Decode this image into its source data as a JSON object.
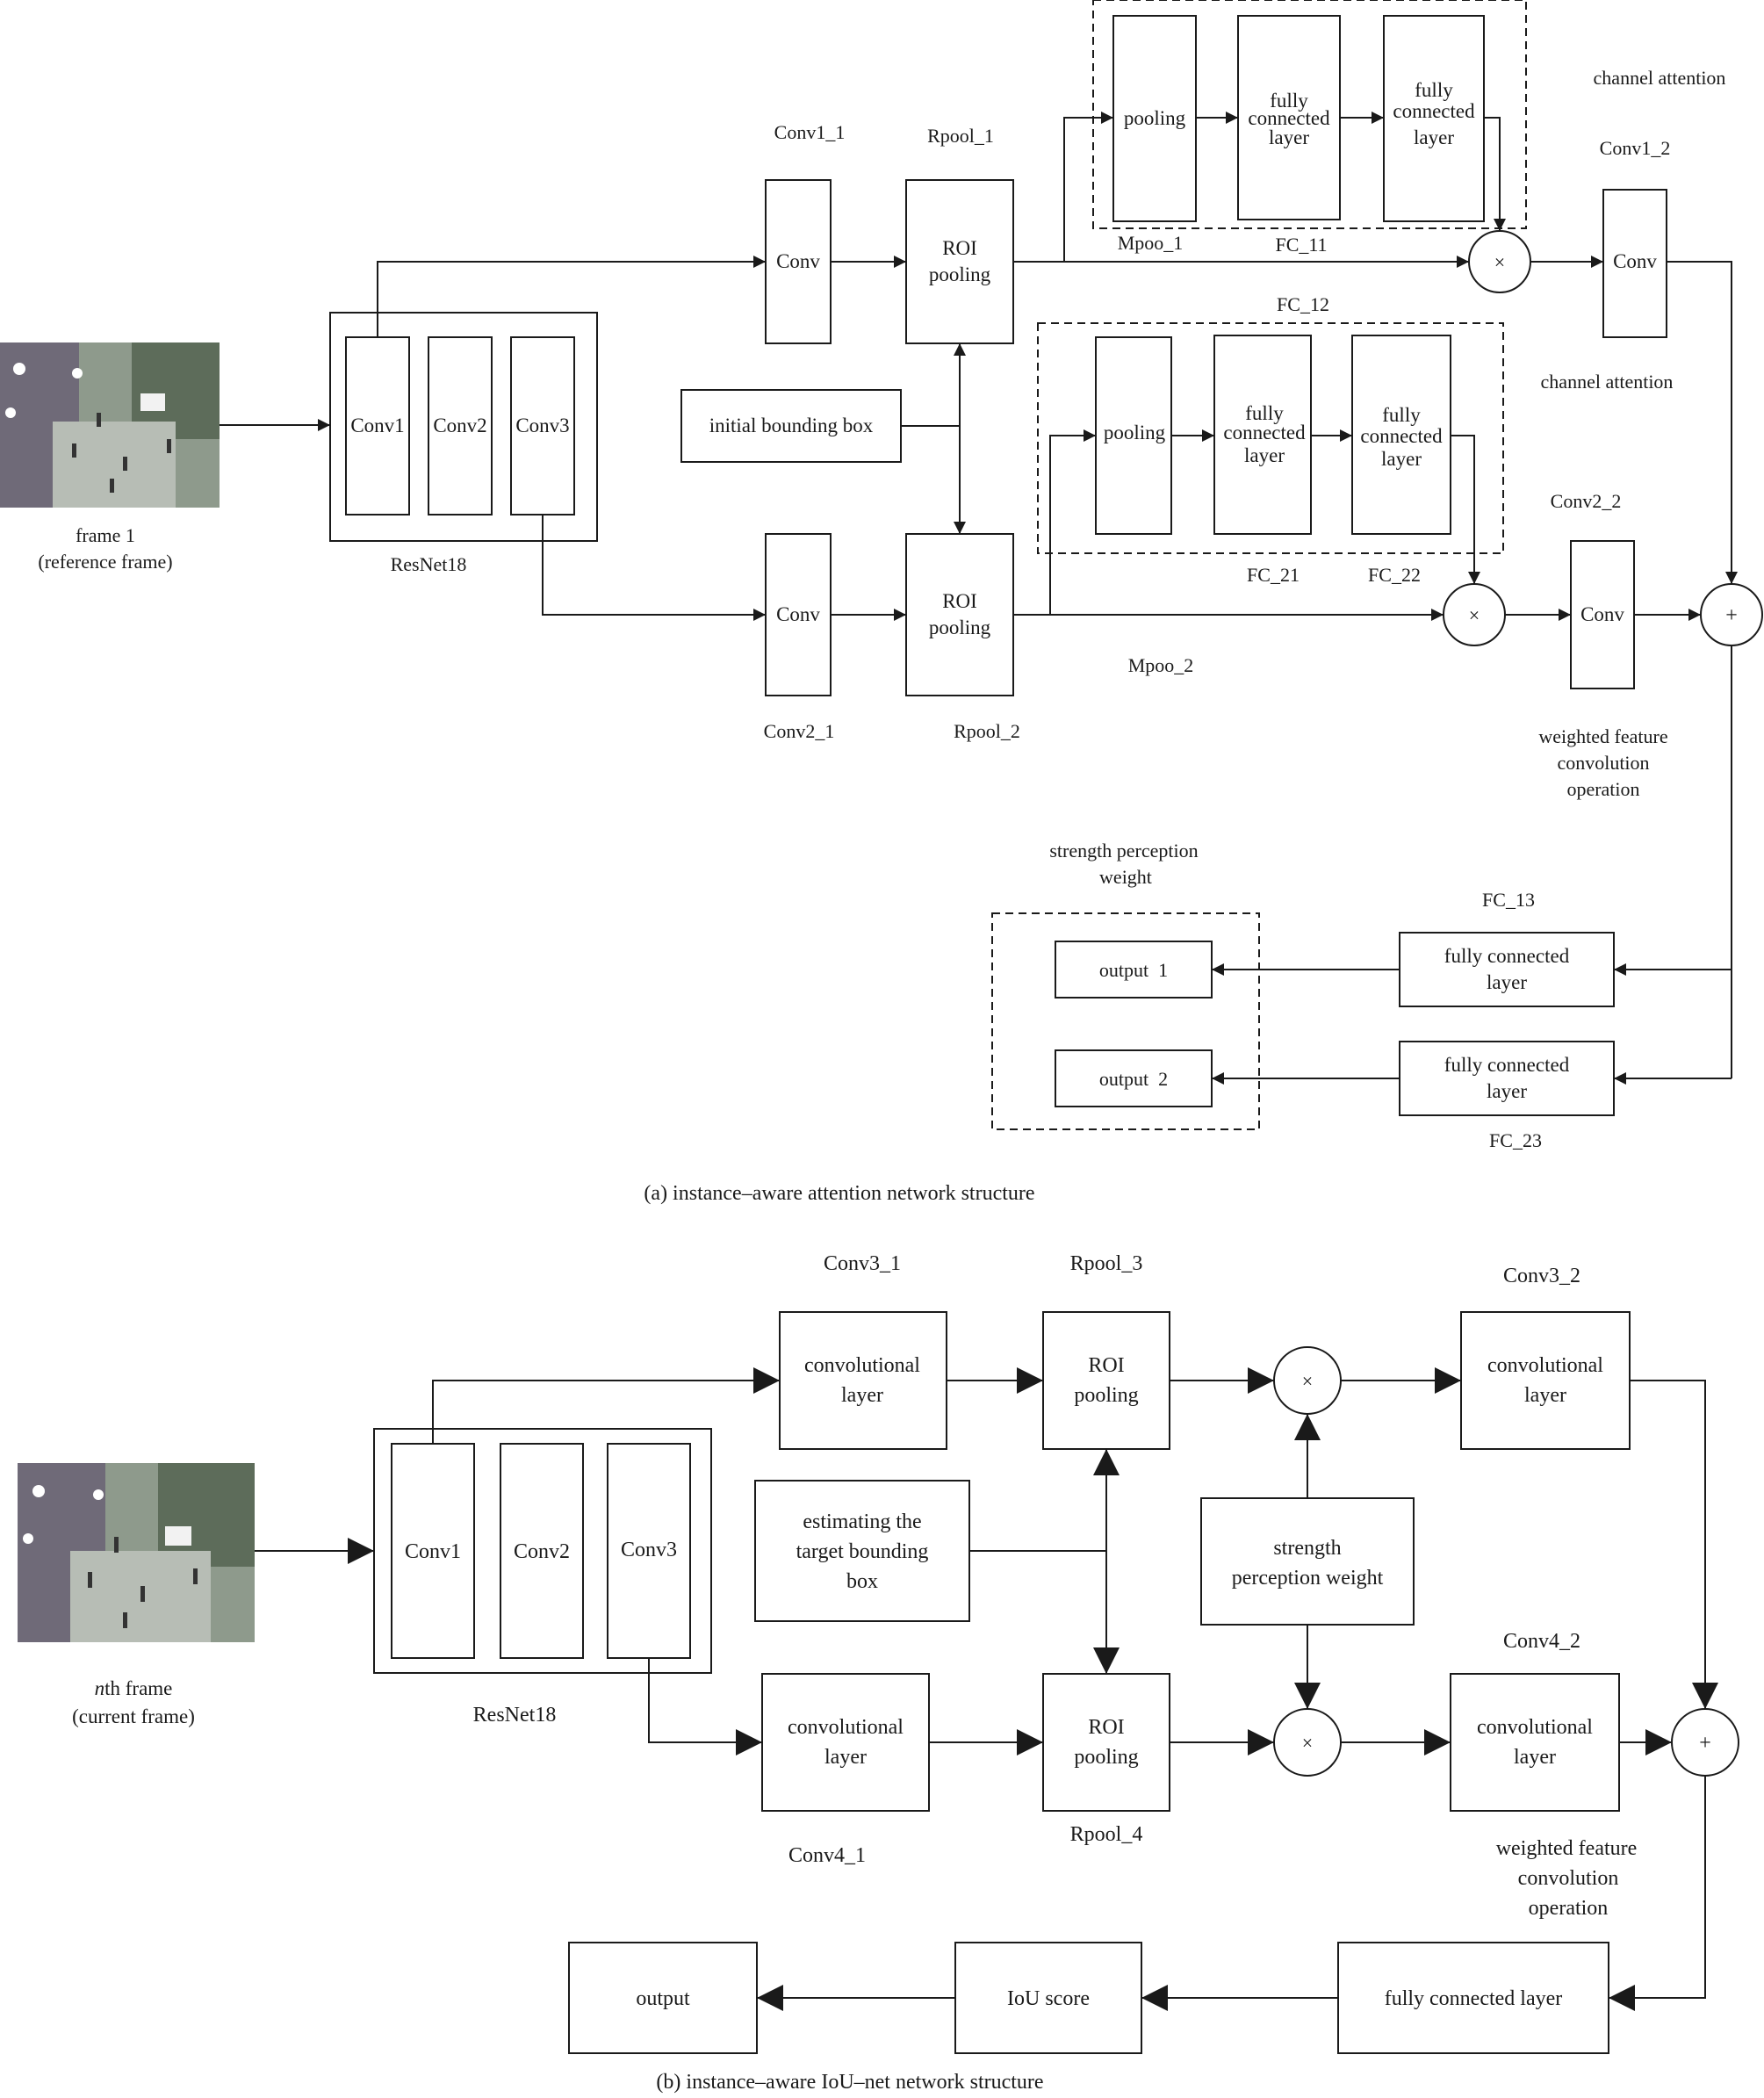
{
  "colors": {
    "ink": "#1a1a1a",
    "background": "#ffffff",
    "street_photo_tint": "#9aa49a"
  },
  "icons": {
    "input_photo": "street-scene-photo-icon",
    "multiply": "multiply-icon",
    "add": "add-icon"
  },
  "part_a": {
    "caption": "(a) instance–aware attention network structure",
    "input_frame": {
      "line1": "frame 1",
      "line2": "(reference frame)"
    },
    "resnet": {
      "label": "ResNet18",
      "blocks": [
        "Conv1",
        "Conv2",
        "Conv3"
      ]
    },
    "conv1_1": {
      "label": "Conv1_1",
      "text": "Conv"
    },
    "conv2_1": {
      "label": "Conv2_1",
      "text": "Conv"
    },
    "rpool_1": {
      "label": "Rpool_1",
      "line1": "ROI",
      "line2": "pooling"
    },
    "rpool_2": {
      "label": "Rpool_2",
      "line1": "ROI",
      "line2": "pooling"
    },
    "initial_box": "initial bounding box",
    "branch1": {
      "label_mpool": "Mpoo_1",
      "label_fc11": "FC_11",
      "label_fc12": "FC_12",
      "caption": "channel attention",
      "pooling": "pooling",
      "fc1": [
        "fully",
        "connected",
        "layer"
      ],
      "fc2": [
        "fully",
        "connected",
        "layer"
      ]
    },
    "branch2": {
      "label_mpool": "Mpoo_2",
      "label_fc21": "FC_21",
      "label_fc22": "FC_22",
      "caption": "channel attention",
      "pooling": "pooling",
      "fc1": [
        "fully",
        "connected",
        "layer"
      ],
      "fc2": [
        "fully",
        "connected",
        "layer"
      ]
    },
    "conv1_2": {
      "label": "Conv1_2",
      "text": "Conv"
    },
    "conv2_2": {
      "label": "Conv2_2",
      "text": "Conv"
    },
    "multiply": "×",
    "add": "+",
    "weighted_note": [
      "weighted feature",
      "convolution",
      "operation"
    ],
    "strength_note": [
      "strength perception",
      "weight"
    ],
    "fc13": {
      "label": "FC_13",
      "lines": [
        "fully connected",
        "layer"
      ]
    },
    "fc23": {
      "label": "FC_23",
      "lines": [
        "fully connected",
        "layer"
      ]
    },
    "output1": "output  1",
    "output2": "output  2"
  },
  "part_b": {
    "caption": "(b) instance–aware IoU–net network structure",
    "input_frame": {
      "line1_italic": "n",
      "line1_rest": "th frame",
      "line2": "(current frame)"
    },
    "resnet": {
      "label": "ResNet18",
      "blocks": [
        "Conv1",
        "Conv2",
        "Conv3"
      ]
    },
    "conv3_1": {
      "label": "Conv3_1",
      "lines": [
        "convolutional",
        "layer"
      ]
    },
    "conv4_1": {
      "label": "Conv4_1",
      "lines": [
        "convolutional",
        "layer"
      ]
    },
    "rpool_3": {
      "label": "Rpool_3",
      "lines": [
        "ROI",
        "pooling"
      ]
    },
    "rpool_4": {
      "label": "Rpool_4",
      "lines": [
        "ROI",
        "pooling"
      ]
    },
    "estimate_box": [
      "estimating the",
      "target bounding",
      "box"
    ],
    "strength_box": [
      "strength",
      "perception weight"
    ],
    "conv3_2": {
      "label": "Conv3_2",
      "lines": [
        "convolutional",
        "layer"
      ]
    },
    "conv4_2": {
      "label": "Conv4_2",
      "lines": [
        "convolutional",
        "layer"
      ]
    },
    "multiply": "×",
    "add": "+",
    "weighted_note": [
      "weighted feature",
      "convolution",
      "operation"
    ],
    "fc": "fully connected layer",
    "iou": "IoU score",
    "output": "output"
  }
}
